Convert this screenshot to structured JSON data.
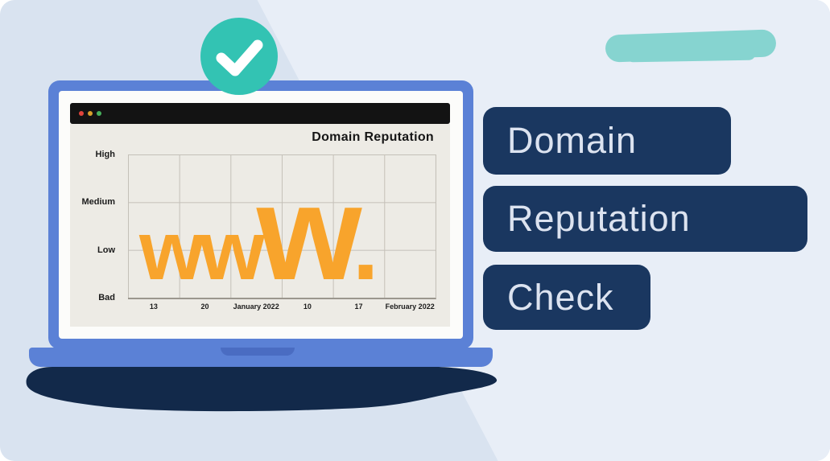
{
  "pills": {
    "domain": "Domain",
    "reputation": "Reputation",
    "check": "Check"
  },
  "chart": {
    "title": "Domain Reputation",
    "y_labels": [
      "High",
      "Medium",
      "Low",
      "Bad"
    ],
    "x_labels": [
      "13",
      "20",
      "January 2022",
      "10",
      "17",
      "February 2022"
    ],
    "watermark": {
      "w1": "ww",
      "w2": "w",
      "dot": "."
    }
  },
  "icons": {
    "badge": "checkmark-icon",
    "browser_dots": [
      "red",
      "yellow",
      "green"
    ]
  },
  "colors": {
    "background": "#d9e3f0",
    "background_light": "#e8eef7",
    "laptop_blue": "#5b81d6",
    "navy": "#1a3760",
    "shadow_navy": "#12294a",
    "teal_badge": "#33c3b3",
    "teal_brush": "#86d4d0",
    "orange": "#f8a42c",
    "chart_bg": "#edebe5",
    "grid": "#c4c0b8"
  },
  "chart_data": {
    "type": "line",
    "title": "Domain Reputation",
    "x_tick_labels": [
      "13",
      "20",
      "January 2022",
      "10",
      "17",
      "February 2022"
    ],
    "y_tick_labels": [
      "Bad",
      "Low",
      "Medium",
      "High"
    ],
    "series": [],
    "note": "Decorative chart: the plotted line is stylized orange 'www.' lettering; no numeric data points are shown."
  }
}
